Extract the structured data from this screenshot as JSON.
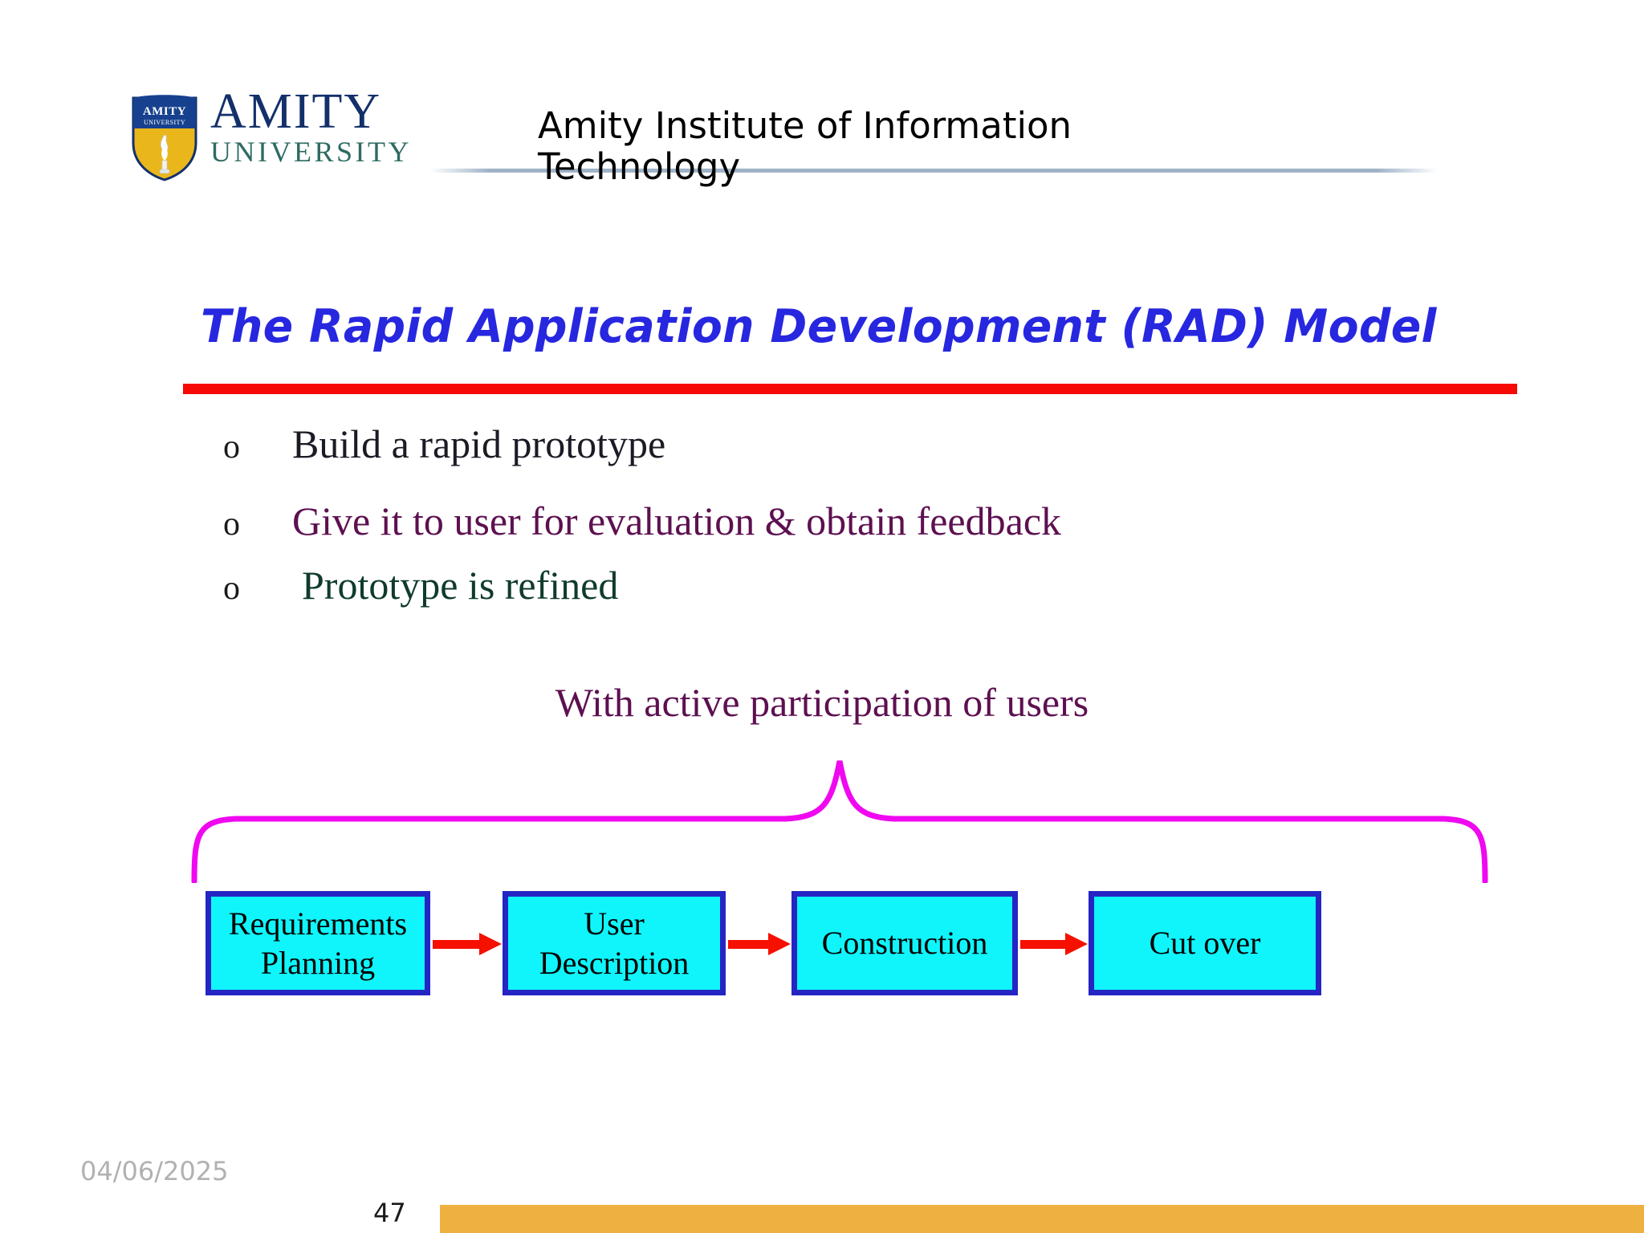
{
  "header": {
    "institute_title": "Amity Institute of Information Technology",
    "logo": {
      "crest_top_text": "AMITY",
      "crest_sub_text": "UNIVERSITY",
      "wordmark_line1": "AMITY",
      "wordmark_line2": "UNIVERSITY"
    }
  },
  "slide": {
    "title": "The Rapid Application Development (RAD) Model",
    "bullets": [
      {
        "marker": "o",
        "text": "Build a rapid prototype"
      },
      {
        "marker": "o",
        "text": "Give it to user for evaluation & obtain feedback"
      },
      {
        "marker": "o",
        "text": "Prototype is refined"
      }
    ],
    "center_note": "With active participation of users",
    "diagram": {
      "type": "linear-flow",
      "brace_label": "With active participation of users",
      "boxes": [
        {
          "line1": "Requirements",
          "line2": "Planning"
        },
        {
          "line1": "User",
          "line2": "Description"
        },
        {
          "line1": "Construction",
          "line2": ""
        },
        {
          "line1": "Cut over",
          "line2": ""
        }
      ],
      "arrows": [
        "arrow-right",
        "arrow-right",
        "arrow-right"
      ]
    }
  },
  "footer": {
    "date": "04/06/2025",
    "page_number": "47"
  },
  "colors": {
    "title_blue": "#2727e0",
    "title_rule_red": "#f60a05",
    "bullet_dark": "#1b1b26",
    "bullet_plum": "#5d1050",
    "bullet_green": "#0f3b2e",
    "box_fill_cyan": "#0ff5fb",
    "box_border_blue": "#2525c4",
    "arrow_red": "#f51000",
    "brace_magenta": "#f008f0",
    "footer_bar_amber": "#eeb040",
    "divider_blue_gray": "#9fb3c8"
  }
}
